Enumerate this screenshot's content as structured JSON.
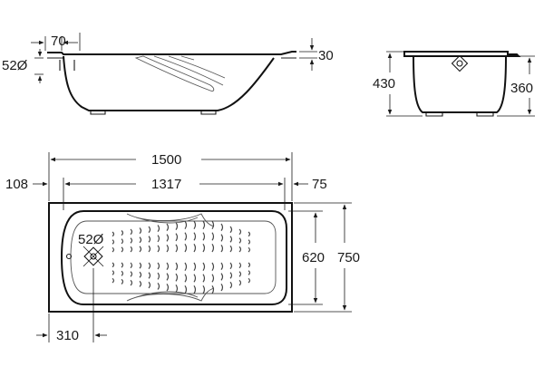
{
  "dimensions": {
    "side_rim_width": "70",
    "side_drain_diameter": "52Ø",
    "side_rim_thickness": "30",
    "end_total_height": "430",
    "end_inner_depth": "360",
    "plan_overall_length": "1500",
    "plan_inner_length": "1317",
    "plan_head_offset": "108",
    "plan_foot_offset": "75",
    "plan_drain_diameter": "52Ø",
    "plan_inner_width": "620",
    "plan_overall_width": "750",
    "plan_drain_offset": "310"
  }
}
